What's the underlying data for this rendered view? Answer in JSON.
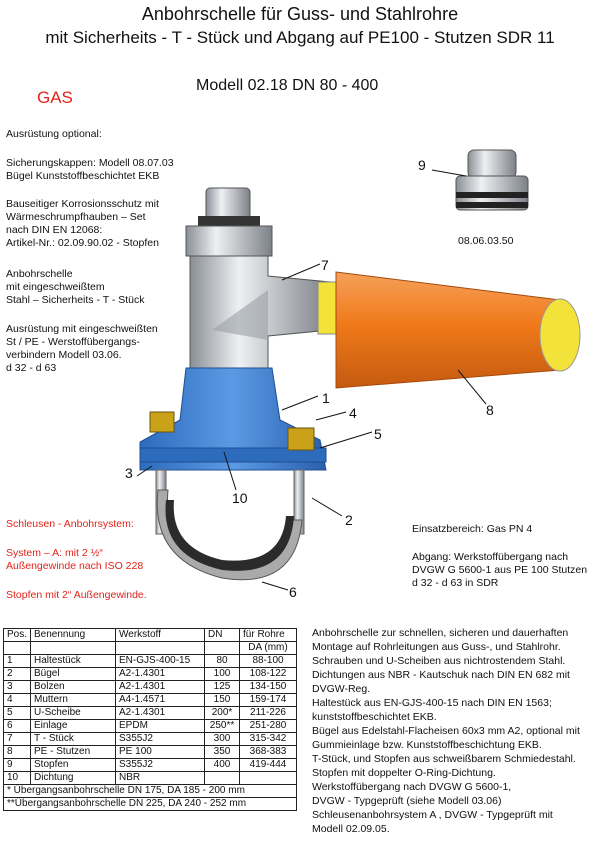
{
  "header": {
    "title_line1": "Anbohrschelle für Guss- und Stahlrohre",
    "title_line2": "mit Sicherheits -  T - Stück und Abgang auf PE100 - Stutzen SDR 11",
    "medium": "GAS",
    "model": "Modell 02.18   DN 80 - 400"
  },
  "left_notes": [
    "Ausrüstung optional:",
    "Sicherungskappen:  Modell 08.07.03\nBügel Kunststoffbeschichtet EKB",
    "Bauseitiger Korrosionsschutz mit\nWärmeschrumpfhauben – Set\nnach DIN EN 12068:\nArtikel-Nr.: 02.09.90.02 - Stopfen",
    "Anbohrschelle\nmit eingeschweißtem\nStahl – Sicherheits - T - Stück",
    "Ausrüstung mit eingeschweißten\nSt / PE - Werstoffübergangs-\nverbindern Modell 03.06.\nd 32 - d 63"
  ],
  "schleusen": {
    "title": "Schleusen - Anbohrsystem:",
    "system_a": "System – A: mit 2 ½“\nAußengewinde nach ISO 228",
    "stopfen": "Stopfen mit 2“  Außengewinde."
  },
  "callouts": [
    "1",
    "2",
    "3",
    "4",
    "5",
    "6",
    "7",
    "8",
    "9",
    "10"
  ],
  "cap_part_number": "08.06.03.50",
  "einsatz": {
    "bereich": "Einsatzbereich:  Gas  PN 4",
    "abgang": "Abgang: Werkstoffübergang nach\nDVGW G 5600-1 aus PE 100 Stutzen\nd 32 - d 63 in SDR"
  },
  "parts_table": {
    "headers": [
      "Pos.",
      "Benennung",
      "Werkstoff",
      "DN",
      "für Rohre"
    ],
    "subheader": "DA (mm)",
    "rows": [
      [
        "1",
        "Haltestück",
        "EN-GJS-400-15",
        "80",
        "88-100"
      ],
      [
        "2",
        "Bügel",
        "A2-1.4301",
        "100",
        "108-122"
      ],
      [
        "3",
        "Bolzen",
        "A2-1.4301",
        "125",
        "134-150"
      ],
      [
        "4",
        "Muttern",
        "A4-1.4571",
        "150",
        "159-174"
      ],
      [
        "5",
        "U-Scheibe",
        "A2-1.4301",
        "200*",
        "211-226"
      ],
      [
        "6",
        "Einlage",
        "EPDM",
        "250**",
        "251-280"
      ],
      [
        "7",
        "T - Stück",
        "S355J2",
        "300",
        "315-342"
      ],
      [
        "8",
        "PE - Stutzen",
        "PE 100",
        "350",
        "368-383"
      ],
      [
        "9",
        "Stopfen",
        "S355J2",
        "400",
        "419-444"
      ],
      [
        "10",
        "Dichtung",
        "NBR",
        "",
        ""
      ]
    ],
    "footnote1": "*  Übergangsanbohrschelle DN 175,  DA 185 - 200 mm",
    "footnote2": "**Übergangsanbohrschelle DN 225,  DA 240 - 252 mm"
  },
  "description_lines": [
    "Anbohrschelle  zur schnellen, sicheren und dauerhaften",
    "Montage auf Rohrleitungen aus Guss-, und Stahlrohr.",
    "Schrauben und U-Scheiben aus nichtrostendem Stahl.",
    "Dichtungen aus  NBR - Kautschuk  nach DIN EN 682 mit",
    "DVGW-Reg.",
    "Haltestück aus  EN-GJS-400-15 nach DIN EN  1563;",
    "kunststoffbeschichtet EKB.",
    "Bügel aus Edelstahl-Flacheisen 60x3 mm A2, optional mit",
    "Gummieinlage bzw. Kunststoffbeschichtung EKB.",
    "T-Stück, und Stopfen aus schweißbarem Schmiedestahl.",
    "Stopfen mit doppelter O-Ring-Dichtung.",
    "Werkstoffübergang nach DVGW G 5600-1,",
    "DVGW - Typgeprüft (siehe Modell 03.06)",
    "Schleusenanbohrsystem A ,  DVGW - Typgeprüft mit",
    "Modell 02.09.05."
  ],
  "colors": {
    "accent_red": "#e2231a",
    "pe_orange": "#f07a1a",
    "clamp_blue": "#3a7fd0",
    "cap_yellow": "#f2e23a"
  }
}
